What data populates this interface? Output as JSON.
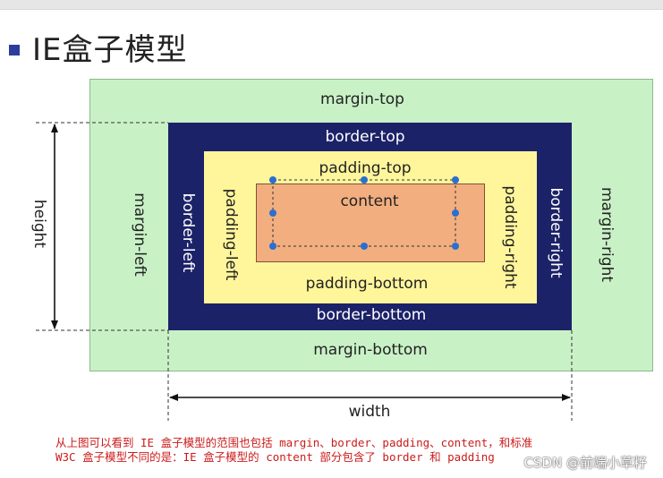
{
  "title": "IE盒子模型",
  "labels": {
    "margin_top": "margin-top",
    "margin_bottom": "margin-bottom",
    "margin_left": "margin-left",
    "margin_right": "margin-right",
    "border_top": "border-top",
    "border_bottom": "border-bottom",
    "border_left": "border-left",
    "border_right": "border-right",
    "padding_top": "padding-top",
    "padding_bottom": "padding-bottom",
    "padding_left": "padding-left",
    "padding_right": "padding-right",
    "content": "content",
    "height": "height",
    "width": "width"
  },
  "note": {
    "line1": "从上图可以看到 IE 盒子模型的范围也包括 margin、border、padding、content，和标准",
    "line2": "W3C 盒子模型不同的是：IE 盒子模型的 content 部分包含了 border 和 padding"
  },
  "watermark": "CSDN @前端小草籽",
  "colors": {
    "margin": "#c9f1c6",
    "border": "#1c2268",
    "padding": "#fff59b",
    "content": "#f2ae7f",
    "handle": "#2a6fd1",
    "note": "#cc1b1b"
  }
}
